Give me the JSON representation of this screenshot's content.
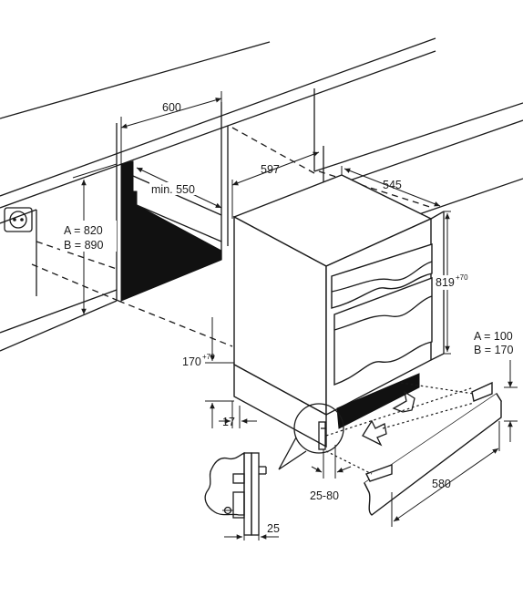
{
  "dimensions": {
    "niche_width": "600",
    "niche_depth": "min. 550",
    "unit_width": "597",
    "unit_depth": "545",
    "unit_height": "819",
    "unit_height_sup": "+70",
    "height_a": "A = 820",
    "height_b": "B = 890",
    "plinth_a": "A = 100",
    "plinth_b": "B = 170",
    "plinth_height": "170",
    "plinth_height_sup": "+70",
    "door_offset": "17",
    "plinth_length": "580",
    "door_gap": "25-80",
    "hinge_gap": "25"
  }
}
